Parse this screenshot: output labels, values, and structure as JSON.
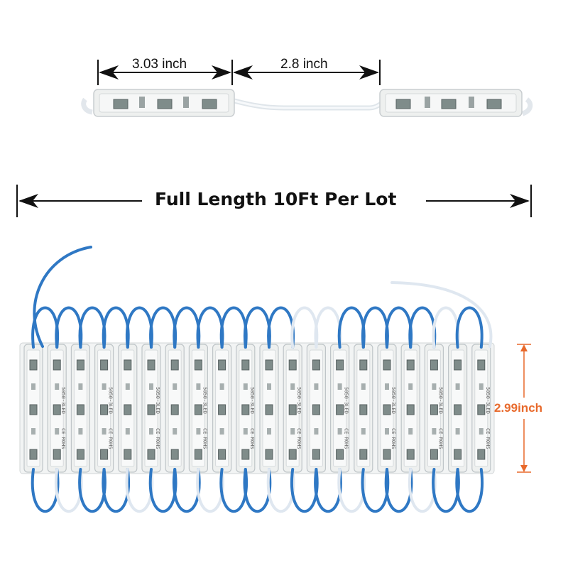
{
  "labels": {
    "module_width": "3.03 inch",
    "wire_length": "2.8 inch",
    "full_length": "Full Length 10Ft Per Lot",
    "module_height": "2.99inch"
  },
  "module_print": {
    "model": "5050-3LED",
    "cert": "CE ROHS"
  },
  "colors": {
    "wire_blue": "#2f78c4",
    "wire_white": "#e8eef6",
    "module_body": "#eef0ef",
    "led_chip": "#7f8c8a",
    "accent_orange": "#e8692b",
    "arrow": "#111111"
  },
  "module_count": 20
}
